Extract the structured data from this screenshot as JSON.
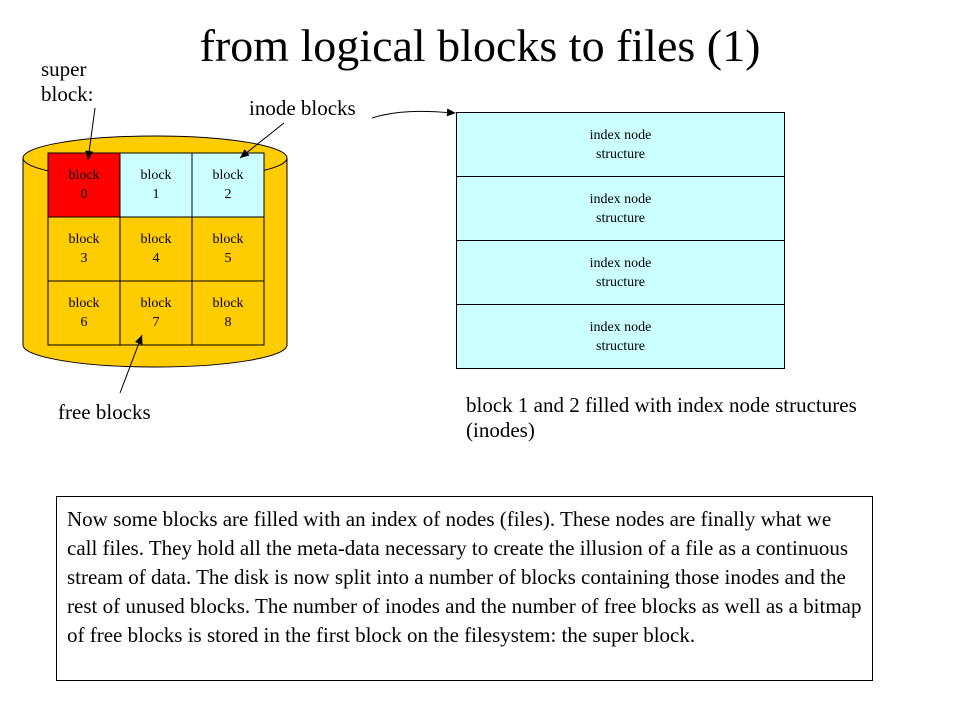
{
  "title": "from logical blocks to files (1)",
  "labels": {
    "super_block": "super block:",
    "inode_blocks": "inode blocks",
    "free_blocks": "free blocks",
    "caption": "block 1 and 2 filled with index node structures (inodes)"
  },
  "disk": {
    "blocks": [
      {
        "word": "block",
        "num": "0",
        "kind": "super"
      },
      {
        "word": "block",
        "num": "1",
        "kind": "inode"
      },
      {
        "word": "block",
        "num": "2",
        "kind": "inode"
      },
      {
        "word": "block",
        "num": "3",
        "kind": "free"
      },
      {
        "word": "block",
        "num": "4",
        "kind": "free"
      },
      {
        "word": "block",
        "num": "5",
        "kind": "free"
      },
      {
        "word": "block",
        "num": "6",
        "kind": "free"
      },
      {
        "word": "block",
        "num": "7",
        "kind": "free"
      },
      {
        "word": "block",
        "num": "8",
        "kind": "free"
      }
    ]
  },
  "inodes": [
    {
      "line1": "index node",
      "line2": "structure"
    },
    {
      "line1": "index node",
      "line2": "structure"
    },
    {
      "line1": "index node",
      "line2": "structure"
    },
    {
      "line1": "index node",
      "line2": "structure"
    }
  ],
  "description": "Now some blocks are filled with an index of nodes (files). These nodes are finally what we call files. They hold all the meta-data necessary to create the illusion of a file as a continuous stream of data. The disk is now split into a number of blocks containing those inodes and the rest of unused blocks. The number of inodes and the number of free blocks as well as a bitmap of free blocks is stored in the first block on the filesystem: the super block.",
  "colors": {
    "super": "#ff0000",
    "inode": "#ccffff",
    "free": "#ffcc00",
    "disk": "#ffcc00"
  }
}
